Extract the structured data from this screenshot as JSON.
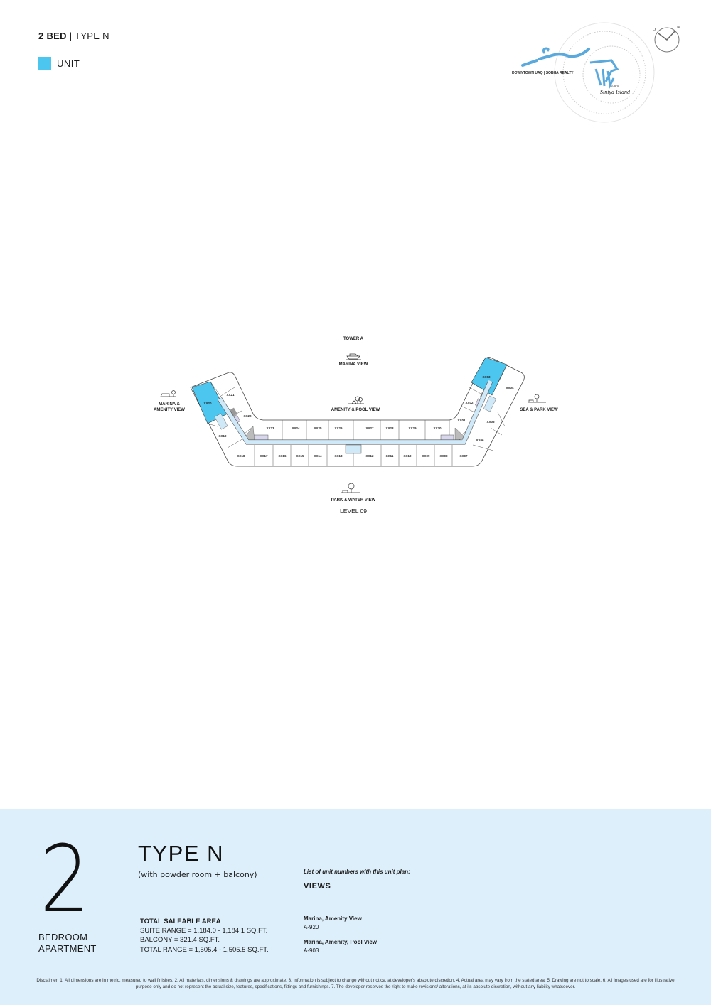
{
  "header": {
    "bed": "2 BED",
    "separator": " | ",
    "type": "TYPE N"
  },
  "legend": {
    "label": "UNIT",
    "color": "#4cc5ef"
  },
  "logo": {
    "location_text": "DOWNTOWN UAQ | SOBHA REALTY",
    "brand_small": "SOBHA",
    "brand_script": "Siniya Island",
    "compass_q": "Q",
    "compass_n": "N"
  },
  "plan": {
    "tower": "TOWER A",
    "level": "LEVEL 09",
    "views": {
      "top": "MARINA VIEW",
      "center": "AMENITY & POOL VIEW",
      "left_line1": "MARINA &",
      "left_line2": "AMENITY VIEW",
      "right": "SEA & PARK VIEW",
      "bottom": "PARK & WATER VIEW"
    },
    "highlight_color": "#4cc5ef",
    "units": {
      "u20": "XX20",
      "u21": "XX21",
      "u22": "XX22",
      "u19": "XX19",
      "u18": "XX18",
      "u17": "XX17",
      "u16": "XX16",
      "u15": "XX15",
      "u14": "XX14",
      "u13": "XX13",
      "u12": "XX12",
      "u11": "XX11",
      "u10": "XX10",
      "u09": "XX09",
      "u08": "XX08",
      "u07": "XX07",
      "u06": "XX06",
      "u05": "XX05",
      "u04": "XX04",
      "u03": "XX03",
      "u02": "XX02",
      "u01": "XX01",
      "u23": "XX23",
      "u24": "XX24",
      "u25": "XX25",
      "u26": "XX26",
      "u27": "XX27",
      "u28": "XX28",
      "u29": "XX29",
      "u30": "XX30"
    }
  },
  "summary": {
    "bedrooms": "2",
    "bed_line1": "BEDROOM",
    "bed_line2": "APARTMENT",
    "type": "TYPE N",
    "subtitle": "(with powder room + balcony)",
    "area_title": "TOTAL SALEABLE AREA",
    "suite": "SUITE RANGE = 1,184.0 - 1,184.1 SQ.FT.",
    "balcony": "BALCONY = 321.4 SQ.FT.",
    "total": "TOTAL RANGE = 1,505.4 - 1,505.5 SQ.FT.",
    "list_title": "List of unit numbers with this unit plan:",
    "views_title": "VIEWS",
    "view_items": [
      {
        "name": "Marina, Amenity View",
        "unit": "A-920"
      },
      {
        "name": "Marina, Amenity, Pool View",
        "unit": "A-903"
      }
    ]
  },
  "disclaimer": "Disclaimer: 1. All dimensions are in metric, measured to wall finishes. 2. All materials, dimensions & drawings are approximate. 3. Information is subject to change without notice, at developer's absolute discretion. 4. Actual area may vary from the stated area. 5. Drawing are not to scale. 6. All images used are for illustrative purpose only and do not represent the actual size, features, specifications, fittings and furnishings. 7. The developer reserves the right to make revisions/ alterations, at its absolute discretion, without any liability whatsoever."
}
